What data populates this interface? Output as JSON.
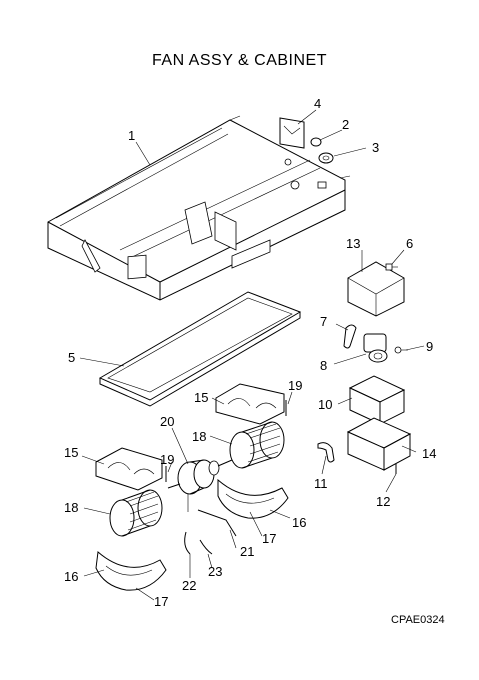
{
  "title": "FAN ASSY & CABINET",
  "drawing_code": "CPAE0324",
  "callouts": {
    "c1": "1",
    "c2": "2",
    "c3": "3",
    "c4": "4",
    "c5": "5",
    "c6": "6",
    "c7": "7",
    "c8": "8",
    "c9": "9",
    "c10": "10",
    "c11": "11",
    "c12": "12",
    "c13": "13",
    "c14": "14",
    "c15a": "15",
    "c15b": "15",
    "c16a": "16",
    "c16b": "16",
    "c17a": "17",
    "c17b": "17",
    "c18a": "18",
    "c18b": "18",
    "c19a": "19",
    "c19b": "19",
    "c20": "20",
    "c21": "21",
    "c22": "22",
    "c23": "23"
  }
}
